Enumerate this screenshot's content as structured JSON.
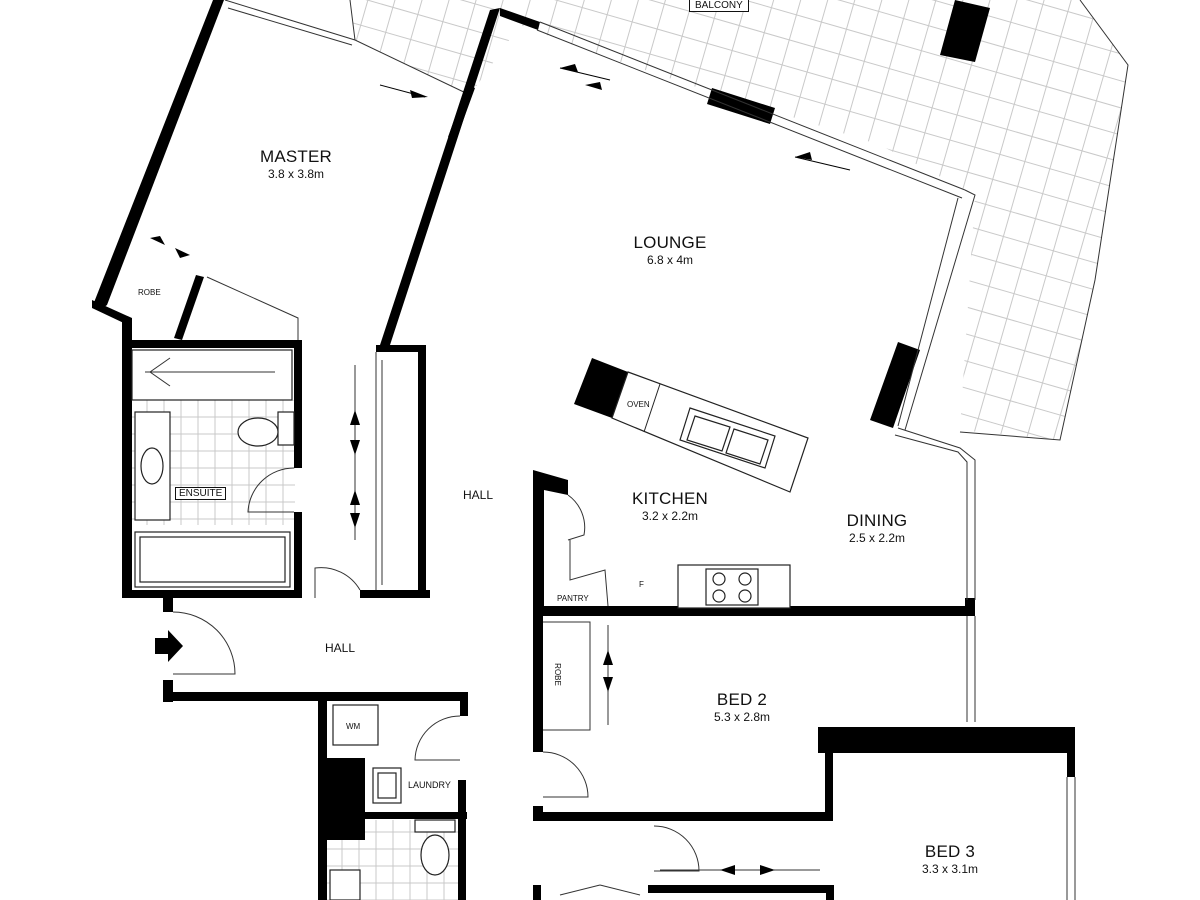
{
  "rooms": {
    "balcony": {
      "name": "BALCONY"
    },
    "master": {
      "name": "MASTER",
      "dims": "3.8 x 3.8m"
    },
    "lounge": {
      "name": "LOUNGE",
      "dims": "6.8 x 4m"
    },
    "robe": {
      "name": "ROBE"
    },
    "ensuite": {
      "name": "ENSUITE"
    },
    "oven": {
      "name": "OVEN"
    },
    "hall_upper": {
      "name": "HALL"
    },
    "hall_lower": {
      "name": "HALL"
    },
    "kitchen": {
      "name": "KITCHEN",
      "dims": "3.2 x 2.2m"
    },
    "dining": {
      "name": "DINING",
      "dims": "2.5 x 2.2m"
    },
    "pantry": {
      "name": "PANTRY"
    },
    "fridge": {
      "name": "F"
    },
    "robe2": {
      "name": "ROBE"
    },
    "bed2": {
      "name": "BED 2",
      "dims": "5.3 x 2.8m"
    },
    "wm": {
      "name": "WM"
    },
    "laundry": {
      "name": "LAUNDRY"
    },
    "bed3": {
      "name": "BED 3",
      "dims": "3.3 x 3.1m"
    }
  }
}
